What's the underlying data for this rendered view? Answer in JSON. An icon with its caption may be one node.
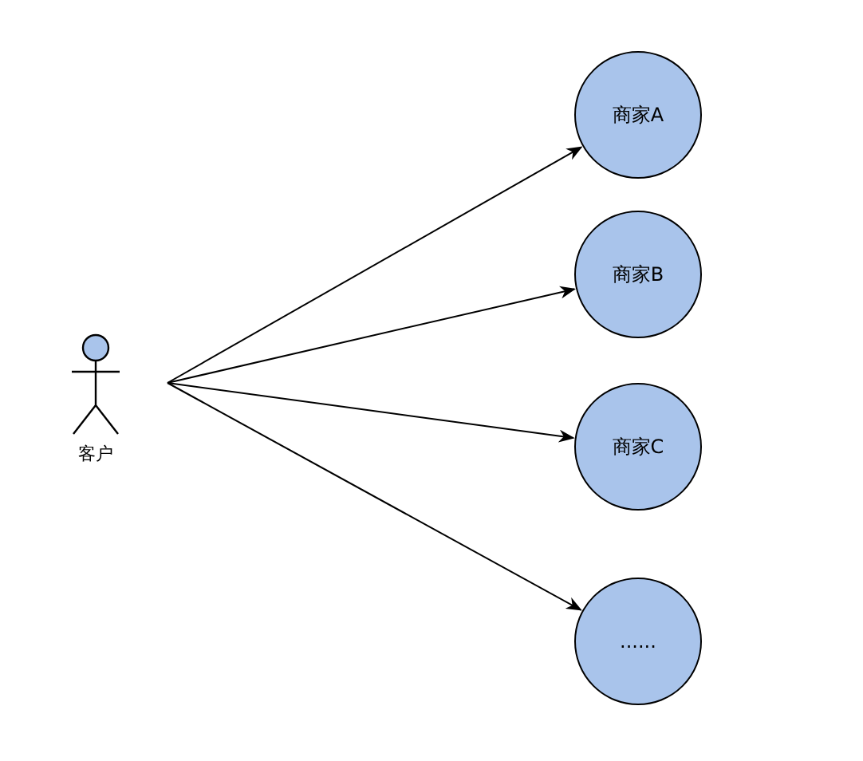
{
  "diagram": {
    "nodes": [
      {
        "text": [
          "客户"
        ]
      },
      {
        "text": [
          "商家A"
        ]
      },
      {
        "text": [
          "商家B"
        ]
      },
      {
        "text": [
          "商家C"
        ]
      },
      {
        "text": [
          "......"
        ]
      }
    ],
    "edges": [
      {
        "from": 0,
        "to": 1,
        "arrow": "to"
      },
      {
        "from": 0,
        "to": 2,
        "arrow": "to"
      },
      {
        "from": 0,
        "to": 3,
        "arrow": "to"
      },
      {
        "from": 0,
        "to": 4,
        "arrow": "to"
      }
    ]
  }
}
